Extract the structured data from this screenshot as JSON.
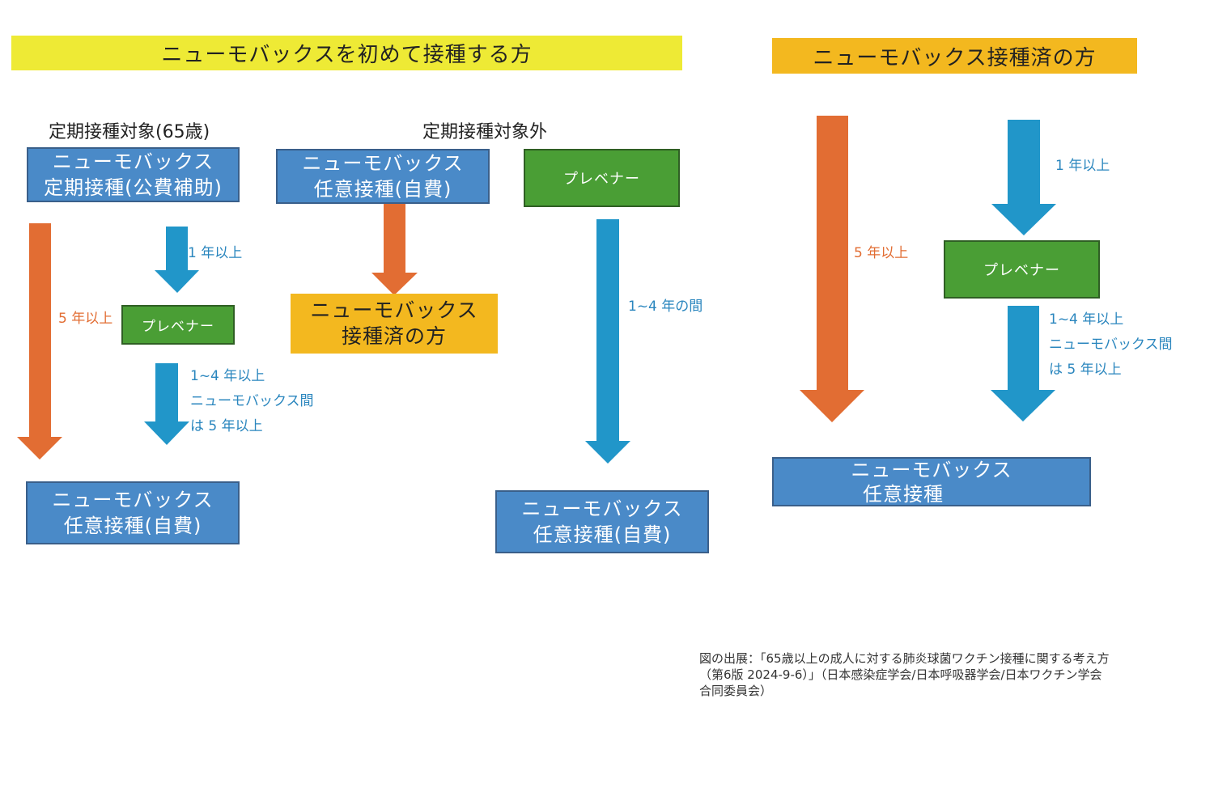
{
  "banners": {
    "first_time": "ニューモバックスを初めて接種する方",
    "already": "ニューモバックス接種済の方"
  },
  "headings": {
    "routine": "定期接種対象(65歳)",
    "non_routine": "定期接種対象外"
  },
  "boxes": {
    "routine_start": [
      "ニューモバックス",
      "定期接種(公費補助)"
    ],
    "nonroutine_start": [
      "ニューモバックス",
      "任意接種(自費)"
    ],
    "prevenar_mid": "プレベナー",
    "already_done": [
      "ニューモバックス",
      "接種済の方"
    ],
    "prevenar_right": "プレベナー",
    "routine_end": [
      "ニューモバックス",
      "任意接種(自費)"
    ],
    "prevenar_end": [
      "ニューモバックス",
      "任意接種(自費)"
    ],
    "prevenar_after": "プレベナー",
    "already_end": [
      "ニューモバックス",
      "任意接種"
    ]
  },
  "arrow_labels": {
    "routine_one_year": "1 年以上",
    "routine_five_years": "5 年以上",
    "routine_interval": [
      "1~4 年以上",
      "ニューモバックス間",
      "は 5 年以上"
    ],
    "prevenar_one_to_four": "1~4 年の間",
    "already_five_years": "5 年以上",
    "already_one_year": "1 年以上",
    "already_interval": [
      "1~4 年以上",
      "ニューモバックス間",
      "は 5 年以上"
    ]
  },
  "source": [
    "図の出展：「65歳以上の成人に対する肺炎球菌ワクチン接種に関する考え方",
    "（第6版 2024-9-6）」（日本感染症学会/日本呼吸器学会/日本ワクチン学会",
    "合同委員会）"
  ],
  "colors": {
    "banner_yellow": "#eeea35",
    "banner_orange": "#f3b81f",
    "box_blue": "#4a8ac8",
    "box_green": "#4a9e35",
    "box_gold": "#f3b81f",
    "arrow_orange": "#e26d33",
    "arrow_blue": "#2196c9"
  }
}
